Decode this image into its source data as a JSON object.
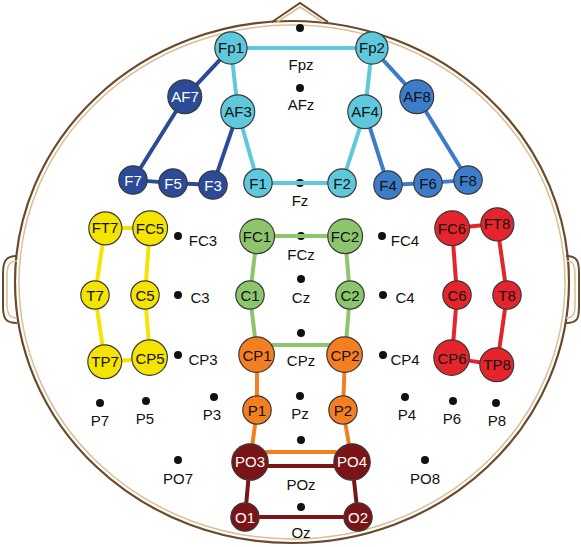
{
  "diagram": {
    "nodes": [
      {
        "text": [
          "Fp1"
        ]
      },
      {
        "text": [
          "Fp2"
        ]
      },
      {
        "text": [
          "AF7"
        ]
      },
      {
        "text": [
          "AF3"
        ]
      },
      {
        "text": [
          "AF4"
        ]
      },
      {
        "text": [
          "AF8"
        ]
      },
      {
        "text": [
          "F7"
        ]
      },
      {
        "text": [
          "F5"
        ]
      },
      {
        "text": [
          "F3"
        ]
      },
      {
        "text": [
          "F1"
        ]
      },
      {
        "text": [
          "F2"
        ]
      },
      {
        "text": [
          "F4"
        ]
      },
      {
        "text": [
          "F6"
        ]
      },
      {
        "text": [
          "F8"
        ]
      },
      {
        "text": [
          "FT7"
        ]
      },
      {
        "text": [
          "FC5"
        ]
      },
      {
        "text": [
          "FC1"
        ]
      },
      {
        "text": [
          "FC2"
        ]
      },
      {
        "text": [
          "FC6"
        ]
      },
      {
        "text": [
          "FT8"
        ]
      },
      {
        "text": [
          "T7"
        ]
      },
      {
        "text": [
          "C5"
        ]
      },
      {
        "text": [
          "C1"
        ]
      },
      {
        "text": [
          "C2"
        ]
      },
      {
        "text": [
          "C6"
        ]
      },
      {
        "text": [
          "T8"
        ]
      },
      {
        "text": [
          "TP7"
        ]
      },
      {
        "text": [
          "CP5"
        ]
      },
      {
        "text": [
          "CP1"
        ]
      },
      {
        "text": [
          "CP2"
        ]
      },
      {
        "text": [
          "CP6"
        ]
      },
      {
        "text": [
          "TP8"
        ]
      },
      {
        "text": [
          "P1"
        ]
      },
      {
        "text": [
          "P2"
        ]
      },
      {
        "text": [
          "PO3"
        ]
      },
      {
        "text": [
          "PO4"
        ]
      },
      {
        "text": [
          "O1"
        ]
      },
      {
        "text": [
          "O2"
        ]
      }
    ],
    "edges": [
      {
        "from": 0,
        "to": 1,
        "arrow": "none"
      },
      {
        "from": 0,
        "to": 3,
        "arrow": "none"
      },
      {
        "from": 3,
        "to": 9,
        "arrow": "none"
      },
      {
        "from": 9,
        "to": 10,
        "arrow": "none"
      },
      {
        "from": 10,
        "to": 4,
        "arrow": "none"
      },
      {
        "from": 4,
        "to": 1,
        "arrow": "none"
      },
      {
        "from": 0,
        "to": 2,
        "arrow": "none"
      },
      {
        "from": 2,
        "to": 6,
        "arrow": "none"
      },
      {
        "from": 6,
        "to": 7,
        "arrow": "none"
      },
      {
        "from": 7,
        "to": 8,
        "arrow": "none"
      },
      {
        "from": 8,
        "to": 3,
        "arrow": "none"
      },
      {
        "from": 1,
        "to": 5,
        "arrow": "none"
      },
      {
        "from": 5,
        "to": 13,
        "arrow": "none"
      },
      {
        "from": 13,
        "to": 12,
        "arrow": "none"
      },
      {
        "from": 12,
        "to": 11,
        "arrow": "none"
      },
      {
        "from": 11,
        "to": 4,
        "arrow": "none"
      },
      {
        "from": 14,
        "to": 15,
        "arrow": "none"
      },
      {
        "from": 14,
        "to": 20,
        "arrow": "none"
      },
      {
        "from": 20,
        "to": 26,
        "arrow": "none"
      },
      {
        "from": 26,
        "to": 27,
        "arrow": "none"
      },
      {
        "from": 27,
        "to": 21,
        "arrow": "none"
      },
      {
        "from": 21,
        "to": 15,
        "arrow": "none"
      },
      {
        "from": 18,
        "to": 19,
        "arrow": "none"
      },
      {
        "from": 19,
        "to": 25,
        "arrow": "none"
      },
      {
        "from": 25,
        "to": 31,
        "arrow": "none"
      },
      {
        "from": 31,
        "to": 30,
        "arrow": "none"
      },
      {
        "from": 30,
        "to": 24,
        "arrow": "none"
      },
      {
        "from": 24,
        "to": 18,
        "arrow": "none"
      },
      {
        "from": 16,
        "to": 17,
        "arrow": "none"
      },
      {
        "from": 17,
        "to": 23,
        "arrow": "none"
      },
      {
        "from": 23,
        "to": 29,
        "arrow": "none"
      },
      {
        "from": 29,
        "to": 28,
        "arrow": "none"
      },
      {
        "from": 28,
        "to": 22,
        "arrow": "none"
      },
      {
        "from": 22,
        "to": 16,
        "arrow": "none"
      },
      {
        "from": 28,
        "to": 32,
        "arrow": "none"
      },
      {
        "from": 32,
        "to": 34,
        "arrow": "none"
      },
      {
        "from": 34,
        "to": 35,
        "arrow": "none"
      },
      {
        "from": 35,
        "to": 33,
        "arrow": "none"
      },
      {
        "from": 33,
        "to": 29,
        "arrow": "none"
      },
      {
        "from": 34,
        "to": 35,
        "arrow": "none"
      },
      {
        "from": 35,
        "to": 37,
        "arrow": "none"
      },
      {
        "from": 37,
        "to": 36,
        "arrow": "none"
      },
      {
        "from": 36,
        "to": 34,
        "arrow": "none"
      }
    ],
    "labels": [
      "Fpz",
      "AFz",
      "Fz",
      "FC3",
      "FCz",
      "FC4",
      "C3",
      "Cz",
      "C4",
      "CP3",
      "CPz",
      "CP4",
      "P7",
      "P5",
      "P3",
      "Pz",
      "P4",
      "P6",
      "P8",
      "PO7",
      "POz",
      "PO8",
      "Oz"
    ]
  }
}
